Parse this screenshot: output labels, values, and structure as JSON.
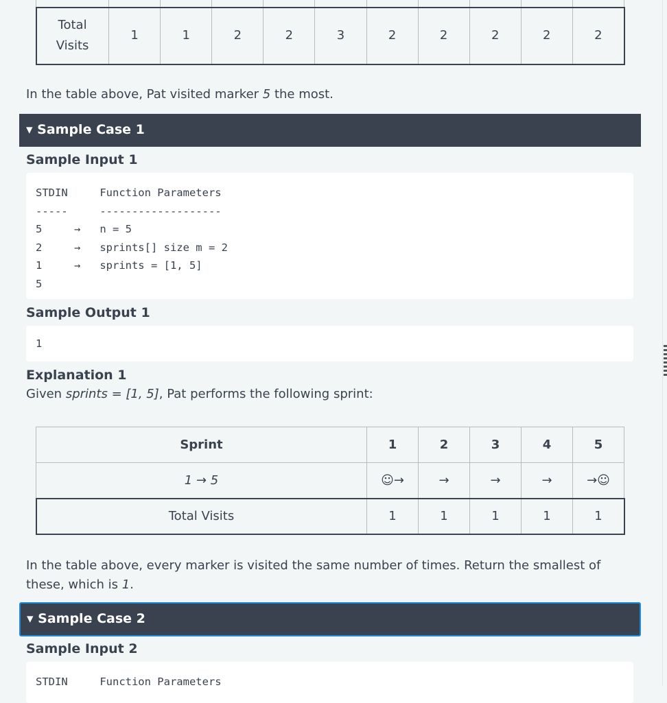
{
  "table1": {
    "total_label": "Total Visits",
    "totals": [
      "1",
      "1",
      "2",
      "2",
      "3",
      "2",
      "2",
      "2",
      "2",
      "2"
    ]
  },
  "para1": {
    "before": "In the table above, Pat visited marker ",
    "marker": "5",
    "after": " the most."
  },
  "case1": {
    "title": "▾ Sample Case 1",
    "input_heading": "Sample Input 1",
    "input_code": "STDIN     Function Parameters\n-----     -------------------\n5     →   n = 5\n2     →   sprints[] size m = 2\n1     →   sprints = [1, 5]\n5",
    "output_heading": "Sample Output 1",
    "output_code": "1",
    "explanation_heading": "Explanation 1",
    "explanation_before": "Given ",
    "explanation_var": "sprints = [1, 5]",
    "explanation_after": ", Pat performs the following sprint:"
  },
  "table2": {
    "header_label": "Sprint",
    "markers": [
      "1",
      "2",
      "3",
      "4",
      "5"
    ],
    "sprint_label": "1 → 5",
    "sprint_cells": [
      "☺→",
      "→",
      "→",
      "→",
      "→☺"
    ],
    "total_label": "Total Visits",
    "totals": [
      "1",
      "1",
      "1",
      "1",
      "1"
    ]
  },
  "para2": {
    "before": "In the table above, every marker is visited the same number of times. Return the smallest of these, which is ",
    "value": "1",
    "after": "."
  },
  "case2": {
    "title": "▾ Sample Case 2",
    "input_heading": "Sample Input 2",
    "input_code": "STDIN     Function Parameters"
  }
}
